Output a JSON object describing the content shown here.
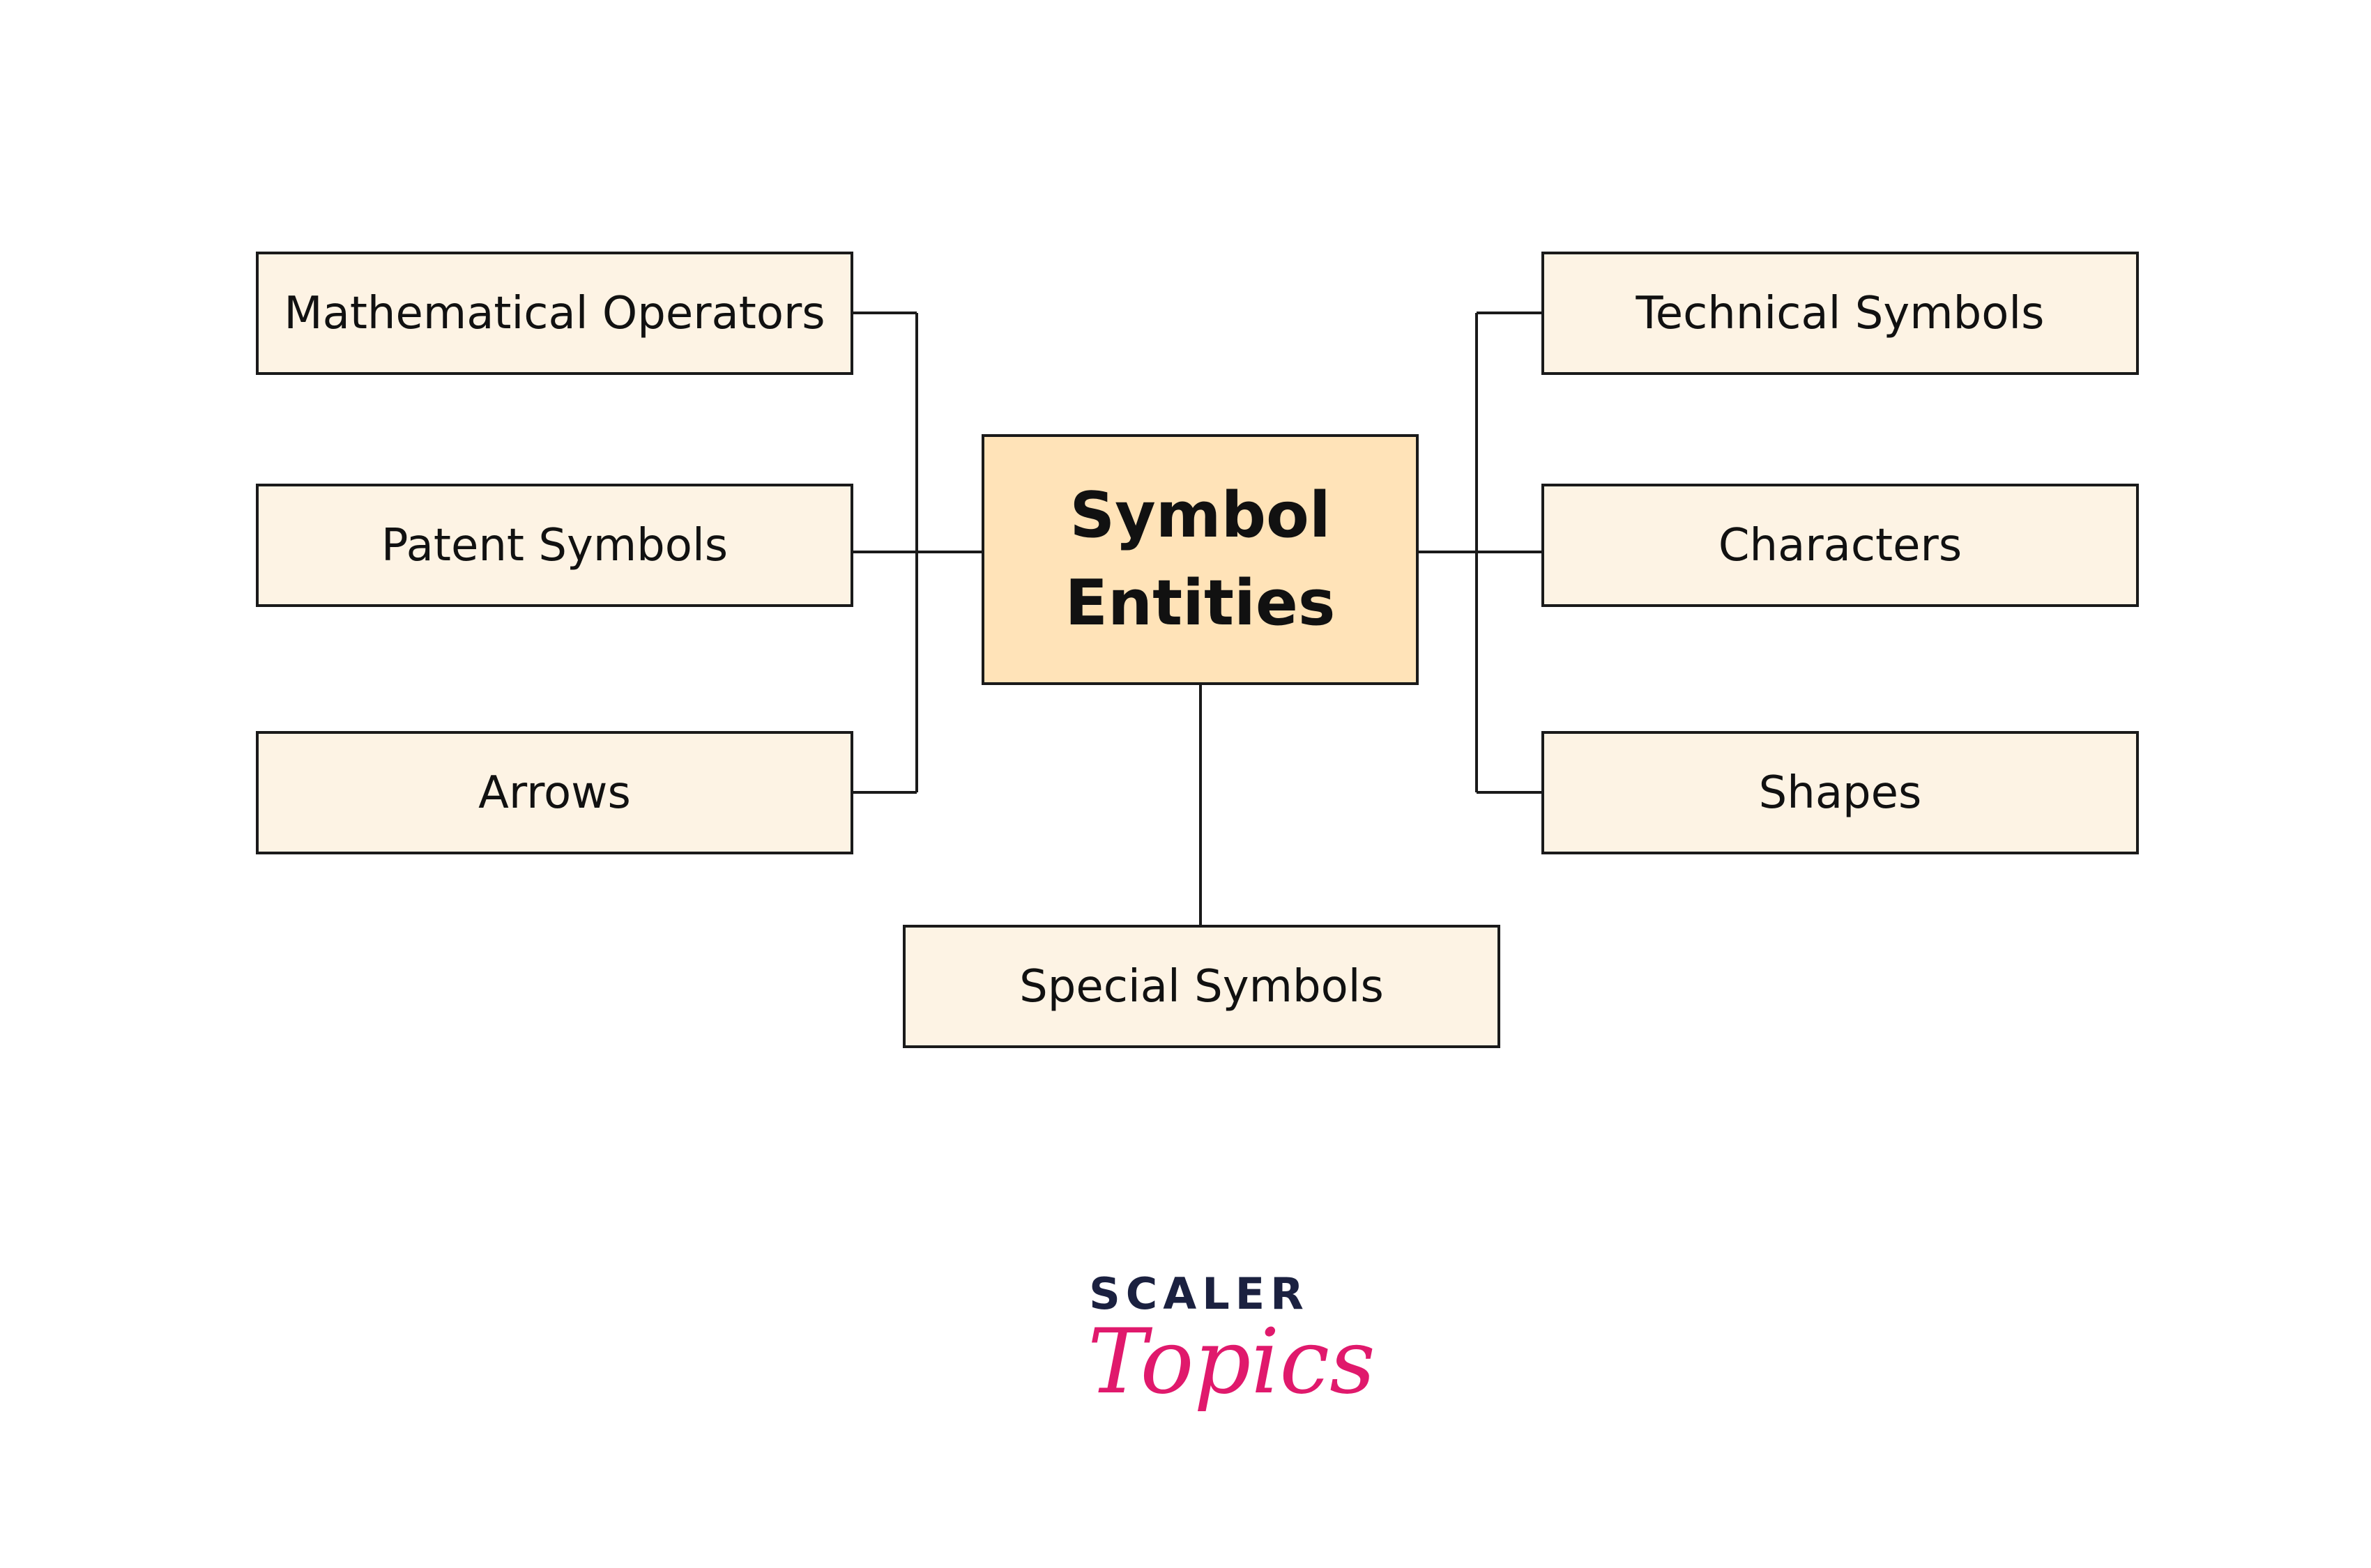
{
  "diagram": {
    "center": {
      "line1": "Symbol",
      "line2": "Entities"
    },
    "nodes": {
      "mathematical_operators": "Mathematical Operators",
      "patent_symbols": "Patent Symbols",
      "arrows": "Arrows",
      "technical_symbols": "Technical Symbols",
      "characters": "Characters",
      "shapes": "Shapes",
      "special_symbols": "Special Symbols"
    }
  },
  "logo": {
    "word": "SCALER",
    "script": "Topics"
  },
  "colors": {
    "leaf_fill": "#fdf3e4",
    "center_fill": "#ffe3b8",
    "border": "#1a1a1a",
    "logo_navy": "#1b2140",
    "logo_pink": "#e0196c"
  }
}
